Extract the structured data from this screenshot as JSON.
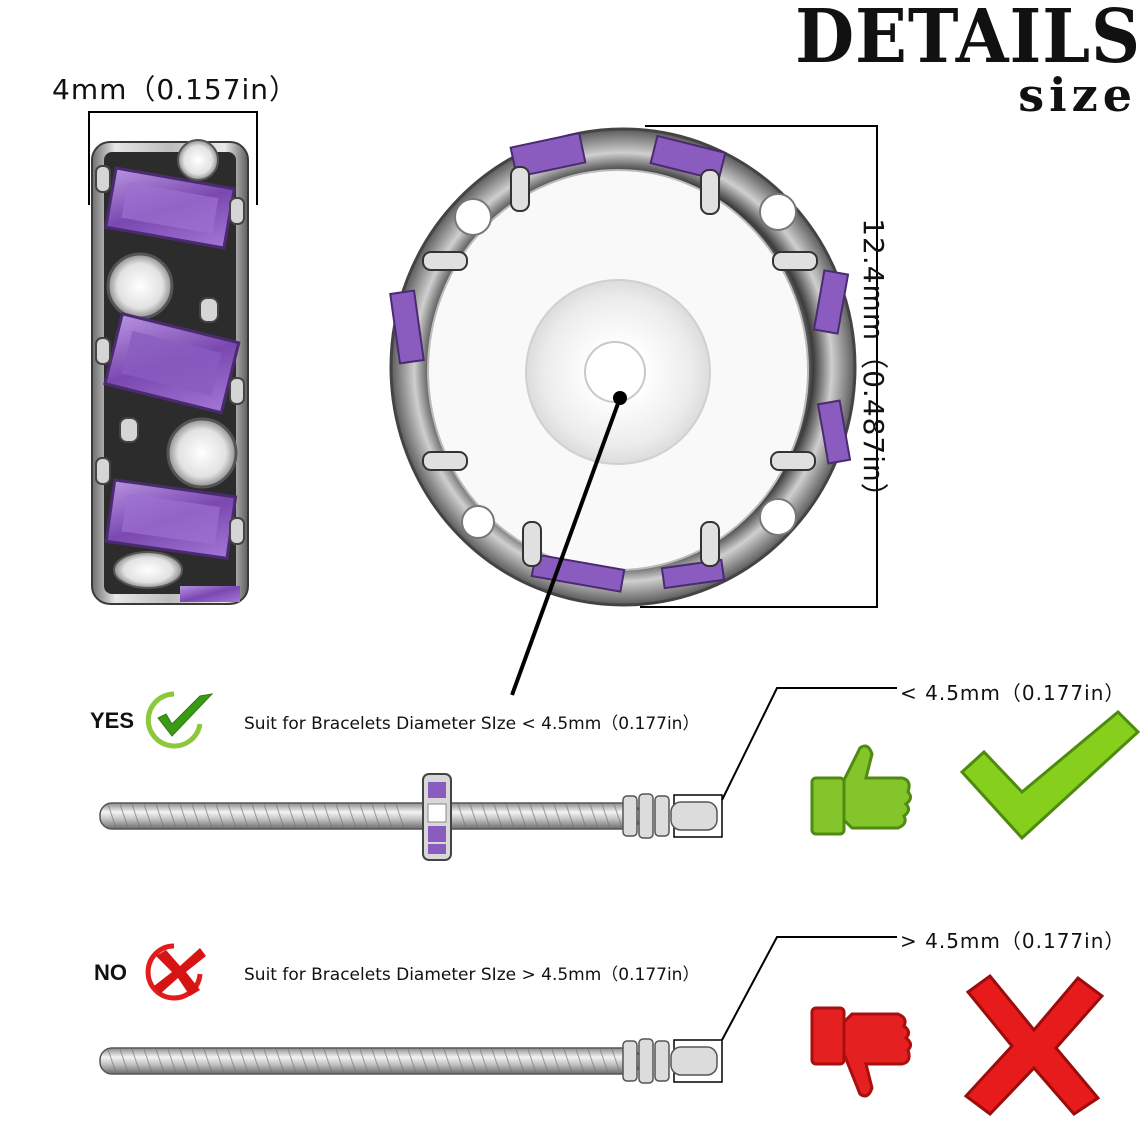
{
  "header": {
    "title": "DETAILS",
    "subtitle": "size"
  },
  "dimensions": {
    "width_label": "4mm（0.157in）",
    "diameter_label": "12.4mm（0.487in）"
  },
  "fit": {
    "yes": {
      "label": "YES",
      "description": "Suit for Bracelets Diameter SIze < 4.5mm（0.177in）",
      "callout": "< 4.5mm（0.177in）"
    },
    "no": {
      "label": "NO",
      "description": "Suit for Bracelets Diameter SIze > 4.5mm（0.177in）",
      "callout": "> 4.5mm（0.177in）"
    }
  },
  "colors": {
    "amethyst": "#8a5cc0",
    "silver": "#c9c9c9",
    "yes_green": "#7fc41c",
    "no_red": "#e51b1b"
  }
}
